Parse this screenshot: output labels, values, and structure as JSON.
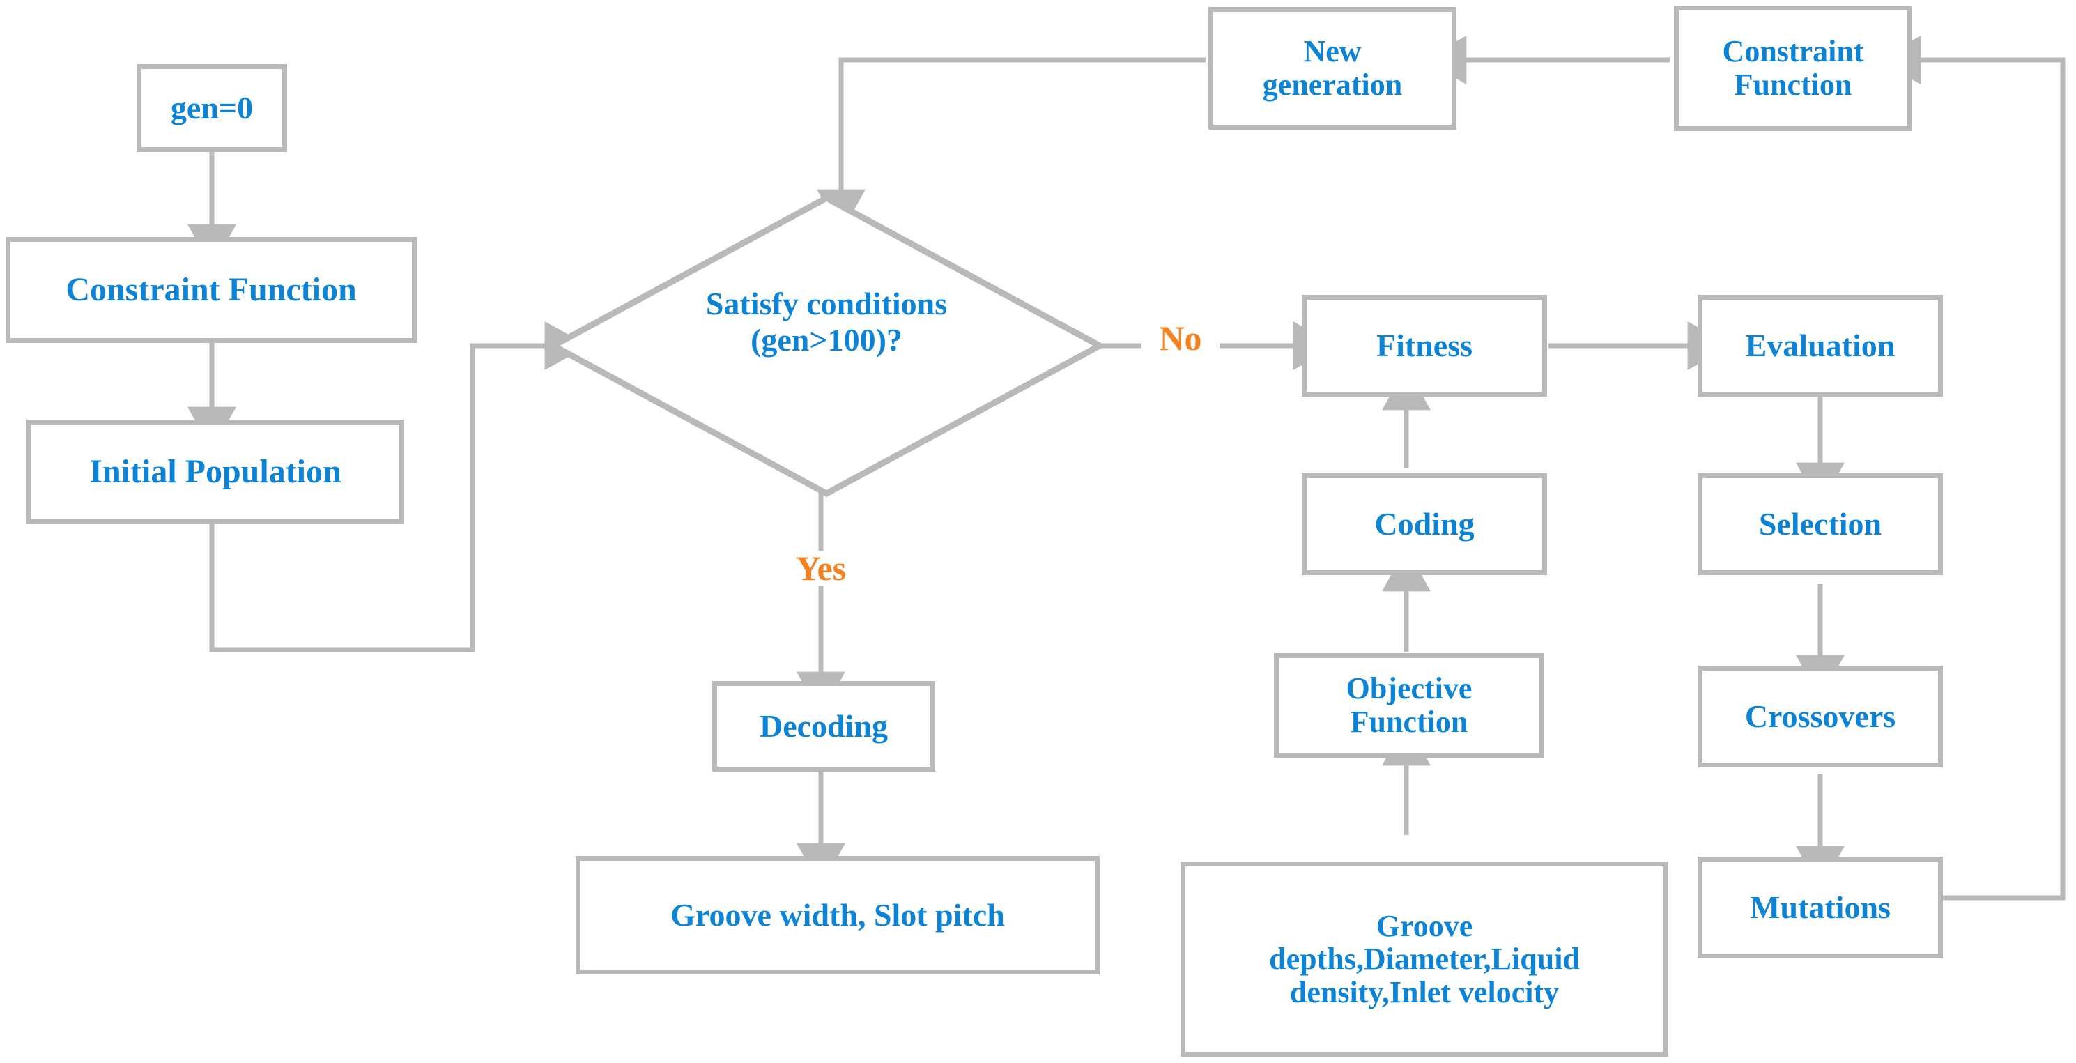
{
  "diagram": {
    "title": "Genetic algorithm optimization flowchart",
    "colors": {
      "node_text": "#0d83d6",
      "node_border": "#b9b9b9",
      "edge": "#b9b9b9",
      "decision_label": "#f58220",
      "background": "#ffffff"
    }
  },
  "nodes": {
    "gen_init": {
      "label": "gen=0"
    },
    "constraint_function_left": {
      "label": "Constraint Function"
    },
    "initial_population": {
      "label": "Initial Population"
    },
    "decision": {
      "label": "Satisfy conditions\n(gen>100)?"
    },
    "new_generation": {
      "label": "New\ngeneration"
    },
    "constraint_function_top": {
      "label": "Constraint\nFunction"
    },
    "fitness": {
      "label": "Fitness"
    },
    "evaluation": {
      "label": "Evaluation"
    },
    "coding": {
      "label": "Coding"
    },
    "selection": {
      "label": "Selection"
    },
    "objective_function": {
      "label": "Objective\nFunction"
    },
    "crossovers": {
      "label": "Crossovers"
    },
    "mutations": {
      "label": "Mutations"
    },
    "decoding": {
      "label": "Decoding"
    },
    "groove_width_slot_pitch": {
      "label": "Groove width, Slot pitch"
    },
    "design_variables": {
      "label": "Groove\ndepths,Diameter,Liquid\ndensity,Inlet velocity"
    }
  },
  "edge_labels": {
    "no": "No",
    "yes": "Yes"
  },
  "edges": [
    {
      "from": "gen_init",
      "to": "constraint_function_left",
      "label": ""
    },
    {
      "from": "constraint_function_left",
      "to": "initial_population",
      "label": ""
    },
    {
      "from": "initial_population",
      "to": "decision",
      "label": ""
    },
    {
      "from": "decision",
      "to": "fitness",
      "label": "No"
    },
    {
      "from": "decision",
      "to": "decoding",
      "label": "Yes"
    },
    {
      "from": "decoding",
      "to": "groove_width_slot_pitch",
      "label": ""
    },
    {
      "from": "design_variables",
      "to": "objective_function",
      "label": ""
    },
    {
      "from": "objective_function",
      "to": "coding",
      "label": ""
    },
    {
      "from": "coding",
      "to": "fitness",
      "label": ""
    },
    {
      "from": "fitness",
      "to": "evaluation",
      "label": ""
    },
    {
      "from": "evaluation",
      "to": "selection",
      "label": ""
    },
    {
      "from": "selection",
      "to": "crossovers",
      "label": ""
    },
    {
      "from": "crossovers",
      "to": "mutations",
      "label": ""
    },
    {
      "from": "mutations",
      "to": "constraint_function_top",
      "label": ""
    },
    {
      "from": "constraint_function_top",
      "to": "new_generation",
      "label": ""
    },
    {
      "from": "new_generation",
      "to": "decision",
      "label": ""
    }
  ]
}
